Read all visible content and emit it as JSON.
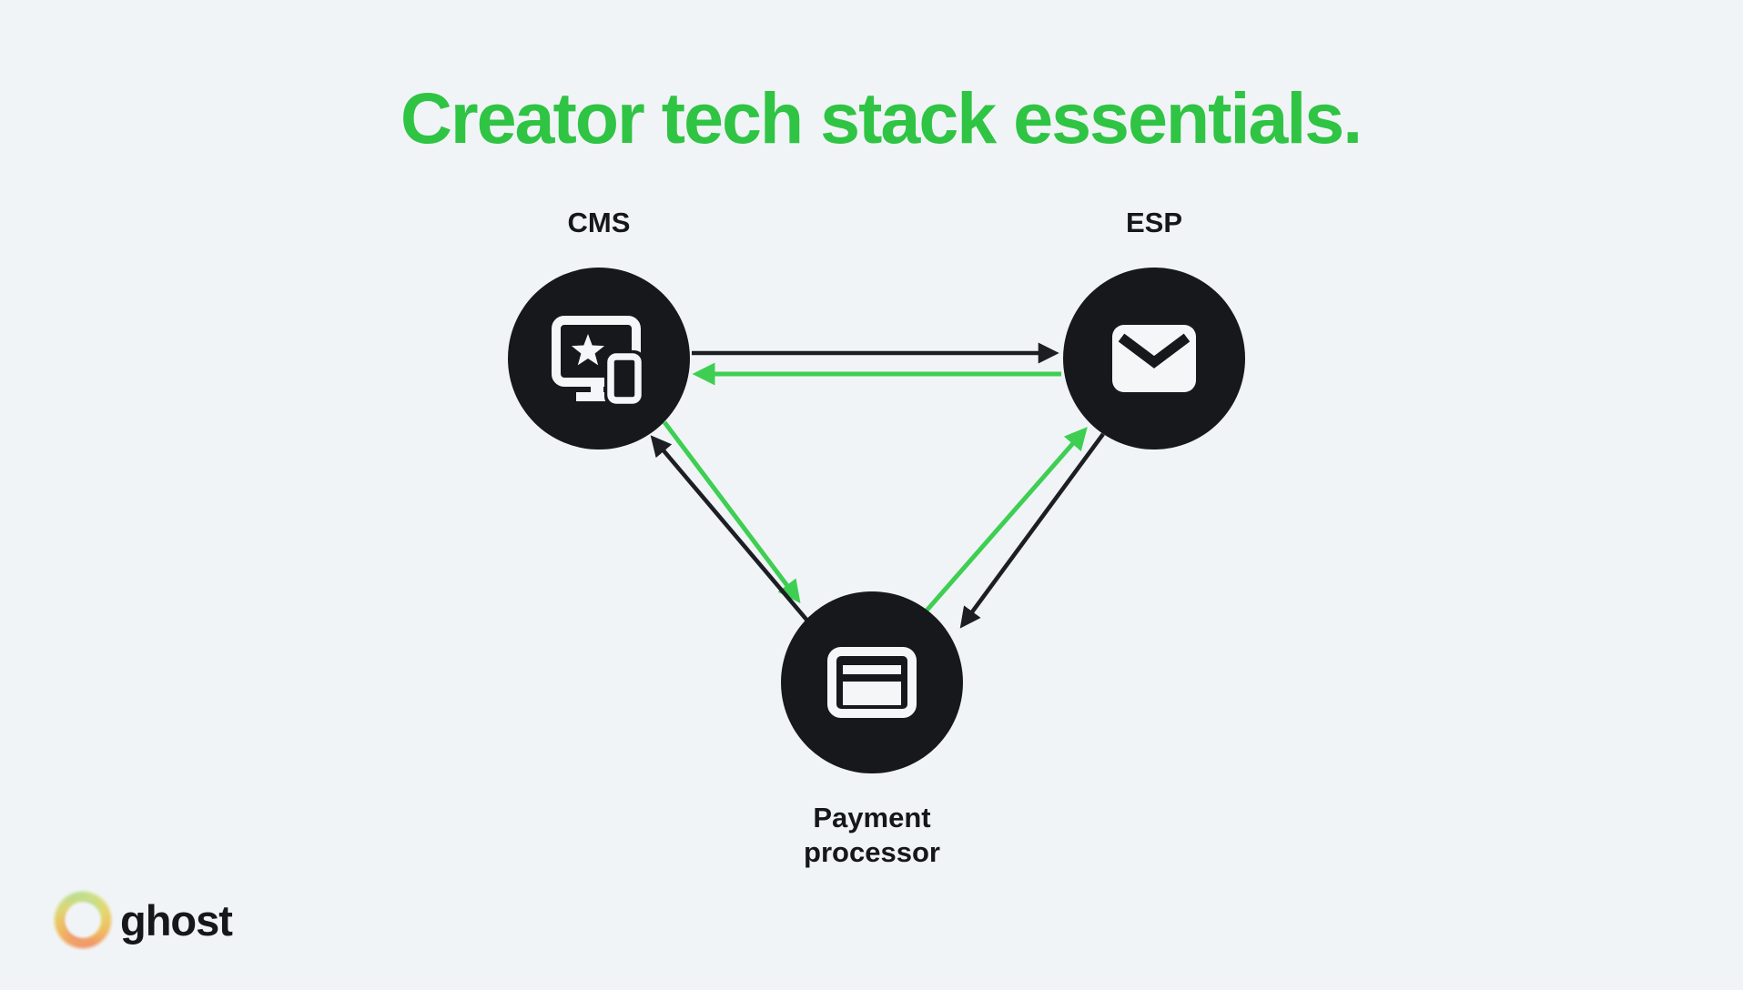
{
  "title": {
    "text": "Creator tech stack essentials."
  },
  "palette": {
    "background": "#f1f4f7",
    "title_green": "#2fc443",
    "node_fill": "#16181c",
    "icon_white": "#f4f6f8",
    "arrow_black": "#1c1e24",
    "arrow_green": "#3ecf52",
    "label_dark": "#15171a"
  },
  "diagram": {
    "nodes": [
      {
        "id": "cms",
        "label": "CMS",
        "icon": "devices-star-icon"
      },
      {
        "id": "esp",
        "label": "ESP",
        "icon": "envelope-icon"
      },
      {
        "id": "payment",
        "label": "Payment processor",
        "icon": "credit-card-icon"
      }
    ],
    "edges": [
      {
        "from": "CMS",
        "to": "ESP",
        "color": "black"
      },
      {
        "from": "ESP",
        "to": "CMS",
        "color": "green"
      },
      {
        "from": "CMS",
        "to": "Payment processor",
        "color": "green"
      },
      {
        "from": "Payment processor",
        "to": "CMS",
        "color": "black"
      },
      {
        "from": "Payment processor",
        "to": "ESP",
        "color": "green"
      },
      {
        "from": "ESP",
        "to": "Payment processor",
        "color": "black"
      }
    ]
  },
  "footer": {
    "brand": "ghost"
  }
}
